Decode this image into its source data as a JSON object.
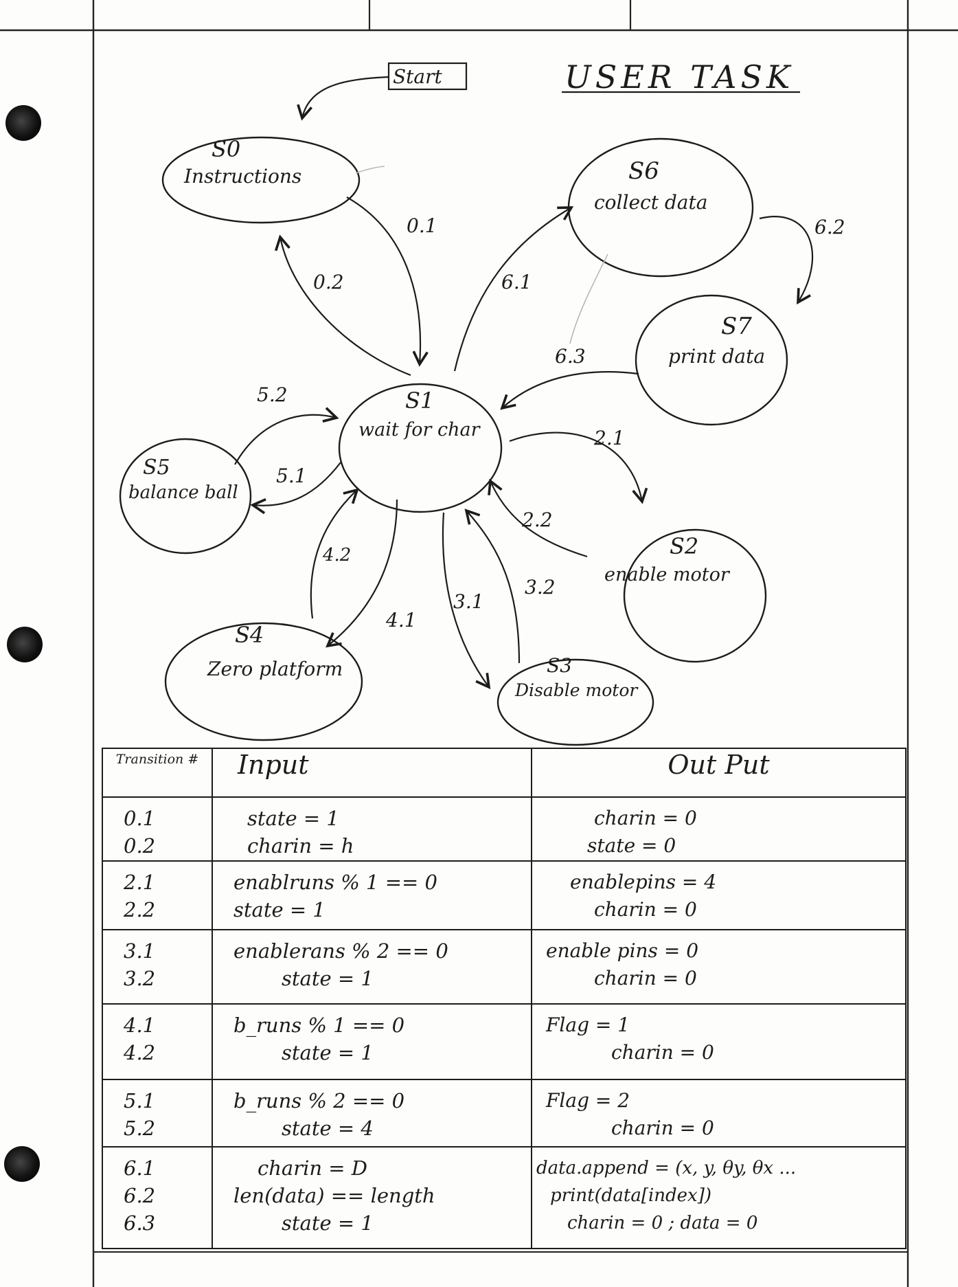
{
  "page": {
    "title": "USER TASK",
    "start_label": "Start"
  },
  "states": [
    {
      "id": "S0",
      "name": "Instructions"
    },
    {
      "id": "S1",
      "name": "wait for char"
    },
    {
      "id": "S2",
      "name": "enable motor"
    },
    {
      "id": "S3",
      "name": "Disable motor"
    },
    {
      "id": "S4",
      "name": "Zero platform"
    },
    {
      "id": "S5",
      "name": "balance ball"
    },
    {
      "id": "S6",
      "name": "collect data"
    },
    {
      "id": "S7",
      "name": "print data"
    }
  ],
  "transitions": [
    "0.1",
    "0.2",
    "2.1",
    "2.2",
    "3.1",
    "3.2",
    "4.1",
    "4.2",
    "5.1",
    "5.2",
    "6.1",
    "6.2",
    "6.3"
  ],
  "table": {
    "headers": {
      "transition": "Transition #",
      "input": "Input",
      "output": "Out Put"
    },
    "rows": [
      {
        "ids": [
          "0.1",
          "0.2"
        ],
        "input": [
          "state = 1",
          "charin = h"
        ],
        "output": [
          "charin = 0",
          "state = 0"
        ]
      },
      {
        "ids": [
          "2.1",
          "2.2"
        ],
        "input": [
          "enablruns % 1 == 0",
          "state = 1"
        ],
        "output": [
          "enablepins = 4",
          "charin = 0"
        ]
      },
      {
        "ids": [
          "3.1",
          "3.2"
        ],
        "input": [
          "enablerans % 2 == 0",
          "state = 1"
        ],
        "output": [
          "enable pins = 0",
          "charin = 0"
        ]
      },
      {
        "ids": [
          "4.1",
          "4.2"
        ],
        "input": [
          "b_runs % 1 == 0",
          "state = 1"
        ],
        "output": [
          "Flag = 1",
          "charin = 0"
        ]
      },
      {
        "ids": [
          "5.1",
          "5.2"
        ],
        "input": [
          "b_runs % 2 == 0",
          "state = 4"
        ],
        "output": [
          "Flag = 2",
          "charin = 0"
        ]
      },
      {
        "ids": [
          "6.1",
          "6.2",
          "6.3"
        ],
        "input": [
          "charin = D",
          "len(data) == length",
          "state = 1"
        ],
        "output": [
          "data.append = (x, y, θy, θx ...",
          "print(data[index])",
          "charin = 0 ; data = 0"
        ]
      }
    ]
  }
}
